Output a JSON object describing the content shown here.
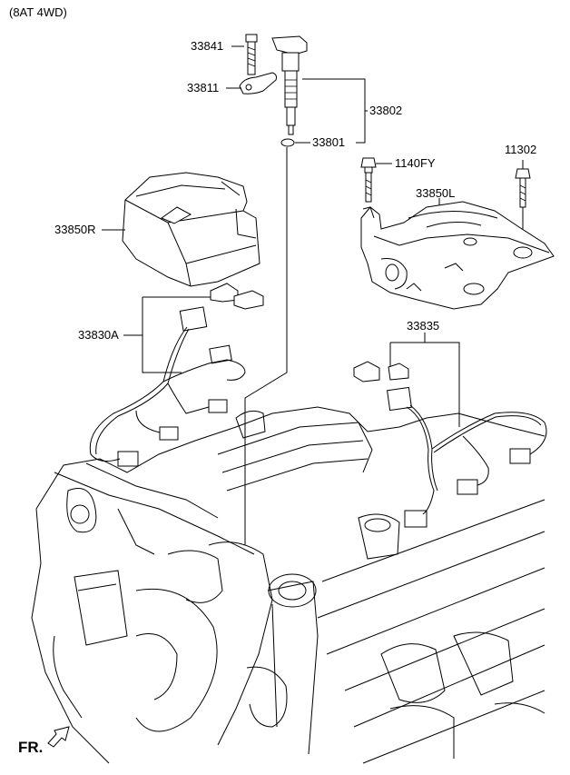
{
  "header": {
    "variant": "(8AT 4WD)"
  },
  "labels": {
    "p33841": "33841",
    "p33811": "33811",
    "p33802": "33802",
    "p33801": "33801",
    "p1140FY": "1140FY",
    "p11302": "11302",
    "p33850L": "33850L",
    "p33850R": "33850R",
    "p33830A": "33830A",
    "p33835": "33835"
  },
  "direction": {
    "text": "FR."
  }
}
